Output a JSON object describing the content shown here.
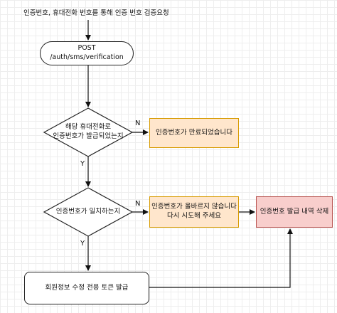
{
  "start_label": "인증번호, 휴대전화 번호를 통해 인증 번호 검증요청",
  "api_node": "POST /auth/sms/verification",
  "decision_expired": {
    "line1": "해당 휴대전화로",
    "line2": "인증번호가 발급되었는지"
  },
  "result_expired": "인증번호가 만료되었습니다",
  "decision_match": "인증번호가 일치하는지",
  "result_mismatch": {
    "line1": "인증번호가 올바르지 않습니다",
    "line2": "다시 시도해 주세요"
  },
  "delete_node": "인증번호 발급 내역 삭제",
  "token_node": "회원정보 수정 전용 토큰 발급",
  "edge_labels": {
    "n1": "N",
    "y1": "Y",
    "n2": "N",
    "y2": "Y"
  },
  "colors": {
    "warning_fill": "#ffe6cc",
    "warning_stroke": "#d79b00",
    "danger_fill": "#f8cecc",
    "danger_stroke": "#b85450"
  }
}
